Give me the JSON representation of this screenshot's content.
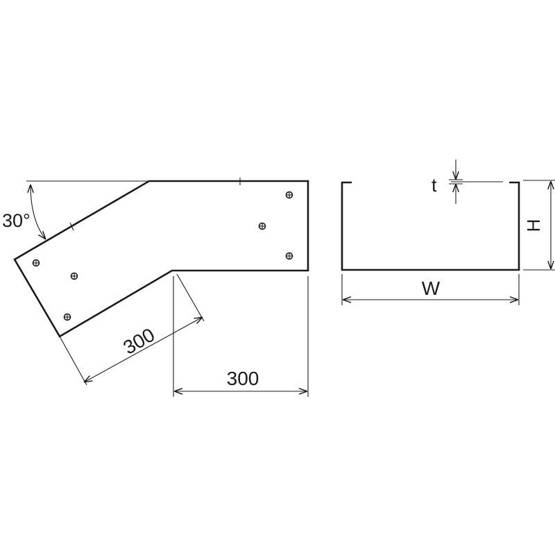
{
  "diagram": {
    "angle_label": "30°",
    "length_diagonal_label": "300",
    "length_horizontal_label": "300",
    "width_label": "W",
    "height_label": "H",
    "thickness_label": "t"
  }
}
